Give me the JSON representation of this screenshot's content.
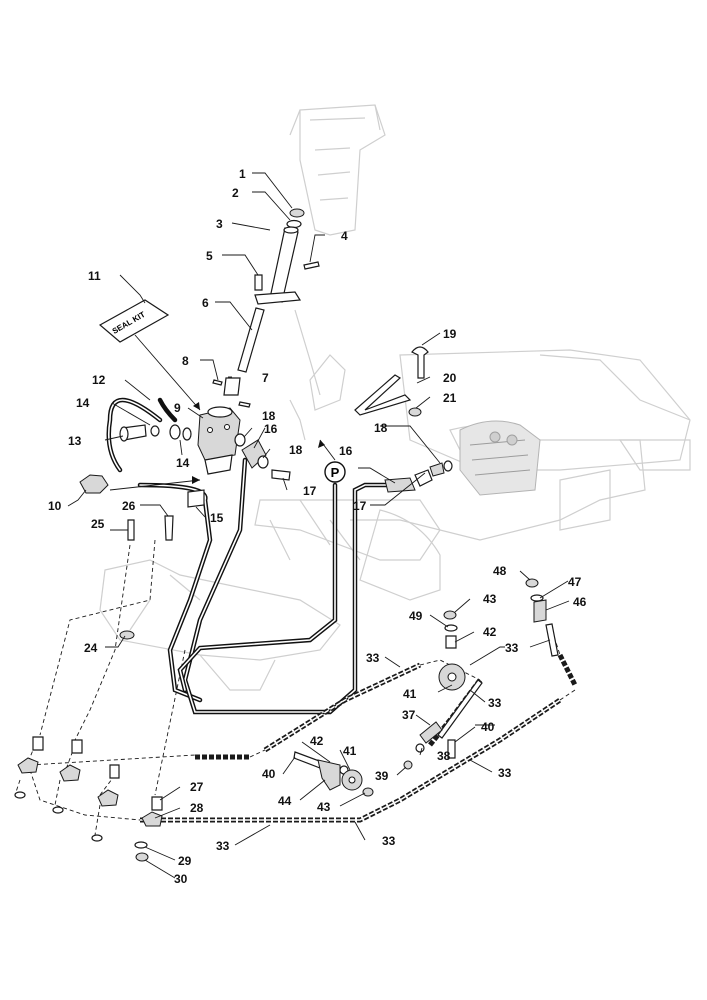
{
  "callouts": {
    "c1": "1",
    "c2": "2",
    "c3": "3",
    "c4": "4",
    "c5": "5",
    "c6": "6",
    "c7": "7",
    "c8": "8",
    "c9": "9",
    "c10": "10",
    "c11": "11",
    "c12": "12",
    "c13": "13",
    "c14a": "14",
    "c14b": "14",
    "c15": "15",
    "c16a": "16",
    "c16b": "16",
    "c17a": "17",
    "c17b": "17",
    "c18a": "18",
    "c18b": "18",
    "c18c": "18",
    "c19": "19",
    "c20": "20",
    "c21": "21",
    "c24": "24",
    "c25": "25",
    "c26": "26",
    "c27": "27",
    "c28": "28",
    "c29": "29",
    "c30": "30",
    "c33a": "33",
    "c33b": "33",
    "c33c": "33",
    "c33d": "33",
    "c33e": "33",
    "c33f": "33",
    "c37": "37",
    "c38": "38",
    "c39": "39",
    "c40a": "40",
    "c40b": "40",
    "c41a": "41",
    "c41b": "41",
    "c42a": "42",
    "c42b": "42",
    "c43a": "43",
    "c43b": "43",
    "c44": "44",
    "c46": "46",
    "c47": "47",
    "c48": "48",
    "c49": "49"
  },
  "seal_kit_label": "SEAL KIT",
  "port_marker": "P"
}
